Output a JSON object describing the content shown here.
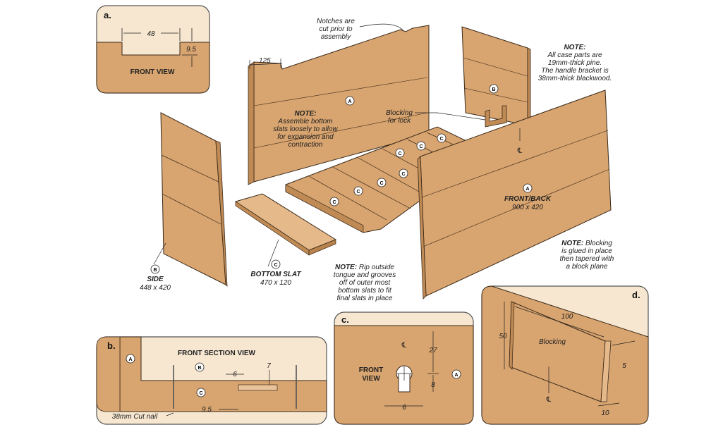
{
  "main": {
    "notches_note": [
      "Notches are",
      "cut prior to",
      "assembly"
    ],
    "dim_125": "125",
    "case_note_head": "NOTE:",
    "case_note_lines": [
      "All case parts are",
      "19mm-thick pine.",
      "The handle bracket is",
      "38mm-thick blackwood."
    ],
    "slat_note_head": "NOTE:",
    "slat_note_lines": [
      "Assemble bottom",
      "slats loosely to allow",
      "for expansion and",
      "contraction"
    ],
    "blocking_lock": [
      "Blocking",
      "for lock"
    ],
    "front_back_title": "FRONT/BACK",
    "front_back_size": "900 x 420",
    "side_title": "SIDE",
    "side_size": "448 x 420",
    "bottom_slat_title": "BOTTOM SLAT",
    "bottom_slat_size": "470 x 120",
    "rip_note_head": "NOTE:",
    "rip_note_lines": [
      "Rip outside",
      "tongue and grooves",
      "off of outer most",
      "bottom slats to fit",
      "final slats in place"
    ],
    "blocking_note_head": "NOTE:",
    "blocking_note_lines": [
      "Blocking",
      "is glued in place",
      "then tapered with",
      "a block plane"
    ],
    "label_a": "A",
    "label_b": "B",
    "label_c": "C",
    "centerline": "℄"
  },
  "detail_a": {
    "tag": "a.",
    "title": "FRONT VIEW",
    "dim_width": "48",
    "dim_depth": "9.5"
  },
  "detail_b": {
    "tag": "b.",
    "title": "FRONT SECTION VIEW",
    "dim_6": "6",
    "dim_7": "7",
    "dim_95": "9.5",
    "nail_label": "38mm Cut nail"
  },
  "detail_c": {
    "tag": "c.",
    "title_lines": [
      "FRONT",
      "VIEW"
    ],
    "dim_27": "27",
    "dim_8": "8",
    "dim_6": "6"
  },
  "detail_d": {
    "tag": "d.",
    "title": "Blocking",
    "dim_100": "100",
    "dim_50": "50",
    "dim_5": "5",
    "dim_10": "10"
  },
  "colors": {
    "wood": "#d8a46f",
    "wood_dark": "#c08a55",
    "wood_light": "#e5b98a",
    "panel_bg": "#e9c49a",
    "outline": "#3a2a1a",
    "border": "#555555"
  }
}
